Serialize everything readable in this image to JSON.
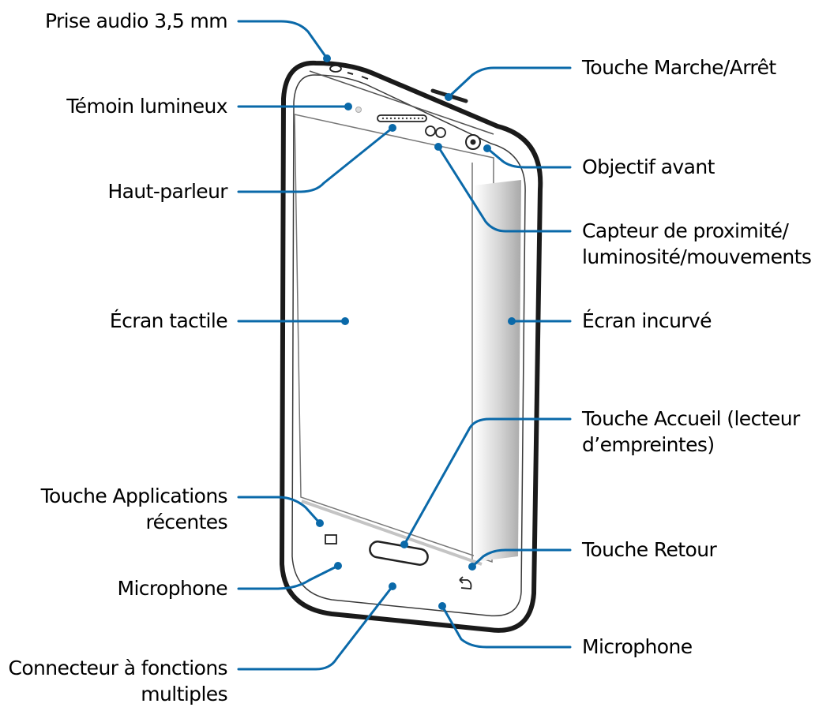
{
  "labels": {
    "audio_jack": "Prise audio 3,5 mm",
    "led": "Témoin lumineux",
    "speaker": "Haut-parleur",
    "touchscreen": "Écran tactile",
    "recent_apps_1": "Touche Applications",
    "recent_apps_2": "récentes",
    "mic_left": "Microphone",
    "multipurpose_jack_1": "Connecteur à fonctions",
    "multipurpose_jack_2": "multiples",
    "power_key": "Touche Marche/Arrêt",
    "front_camera": "Objectif avant",
    "sensor_1": "Capteur de proximité/",
    "sensor_2": "luminosité/mouvements",
    "edge_screen": "Écran incurvé",
    "home_key_1": "Touche Accueil (lecteur",
    "home_key_2": "d’empreintes)",
    "back_key": "Touche Retour",
    "mic_bottom": "Microphone"
  },
  "colors": {
    "callout": "#0a69a9",
    "outline": "#1a1a1a",
    "edge_shade": "#b8b8b8"
  }
}
